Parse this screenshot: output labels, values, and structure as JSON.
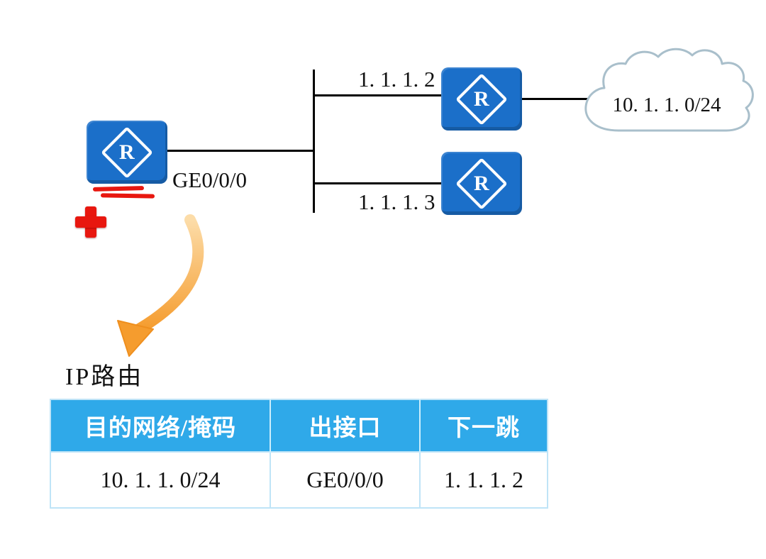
{
  "diagram": {
    "router_glyph": "R",
    "labels": {
      "left_interface": "GE0/0/0",
      "top_ip": "1. 1. 1. 2",
      "bottom_ip": "1. 1. 1. 3",
      "cloud_network": "10. 1. 1. 0/24"
    }
  },
  "route_table": {
    "title": "IP路由",
    "headers": [
      "目的网络/掩码",
      "出接口",
      "下一跳"
    ],
    "rows": [
      [
        "10. 1. 1. 0/24",
        "GE0/0/0",
        "1. 1. 1. 2"
      ]
    ]
  },
  "colors": {
    "router_blue": "#1b6fc9",
    "table_header_blue": "#2fa9e9",
    "annotation_red": "#e8170f",
    "arrow_orange": "#f59c2e",
    "cloud_outline": "#a9bfcb"
  }
}
